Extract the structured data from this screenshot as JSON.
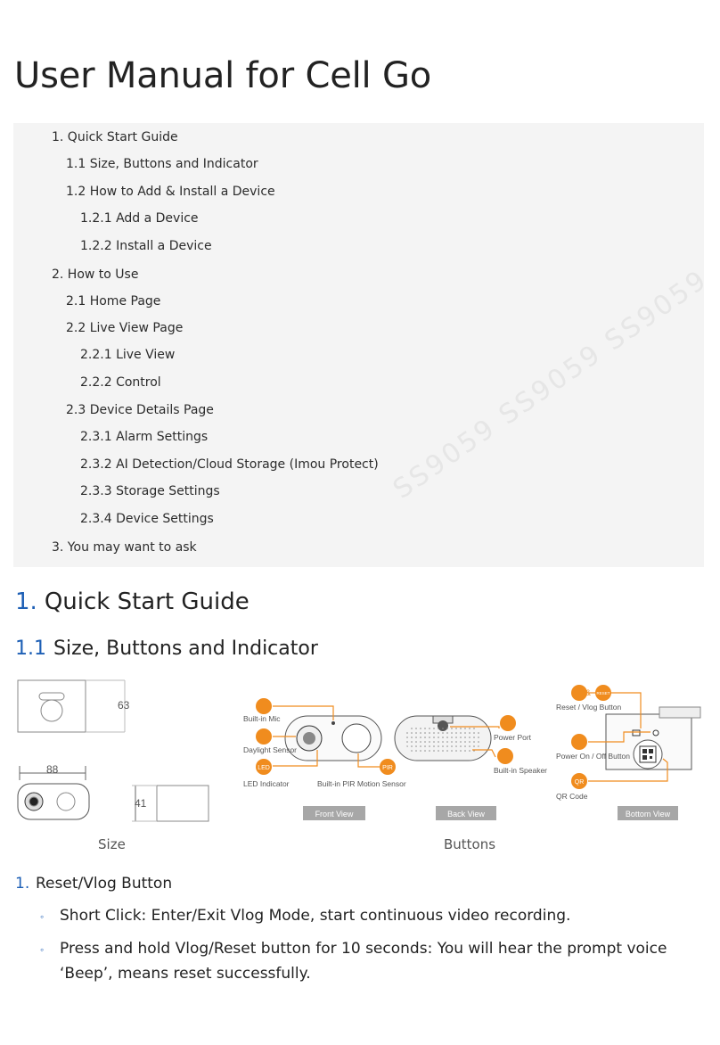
{
  "title": "User Manual for Cell Go",
  "toc": [
    {
      "label": "1. Quick Start Guide"
    },
    {
      "label": "1.1 Size, Buttons and Indicator"
    },
    {
      "label": "1.2 How to Add & Install a Device"
    },
    {
      "label": "1.2.1 Add a Device"
    },
    {
      "label": "1.2.2 Install a Device"
    },
    {
      "label": "2. How to Use"
    },
    {
      "label": "2.1 Home Page"
    },
    {
      "label": "2.2 Live View Page"
    },
    {
      "label": "2.2.1 Live View"
    },
    {
      "label": "2.2.2 Control"
    },
    {
      "label": "2.3 Device Details Page"
    },
    {
      "label": "2.3.1 Alarm Settings"
    },
    {
      "label": "2.3.2 AI Detection/Cloud Storage (Imou Protect)"
    },
    {
      "label": "2.3.3 Storage Settings"
    },
    {
      "label": "2.3.4 Device Settings"
    },
    {
      "label": "3. You may want to ask"
    }
  ],
  "watermark": "SS9059 SS9059 SS9059 SS9059",
  "section1": {
    "num": "1.",
    "title": "Quick Start Guide"
  },
  "section11": {
    "num": "1.1",
    "title": "Size, Buttons and Indicator"
  },
  "figure": {
    "dim_63": "63",
    "dim_88": "88",
    "dim_41": "41",
    "builtin_mic": "Built-in Mic",
    "daylight_sensor": "Daylight Sensor",
    "led_indicator": "LED Indicator",
    "pir_sensor": "Built-in PIR Motion Sensor",
    "led_badge": "LED",
    "pir_badge": "PIR",
    "power_port": "Power Port",
    "builtin_speaker": "Built-in Speaker",
    "reset_vlog": "Reset / Vlog Button",
    "reset_badge": "RESET",
    "power_onoff": "Power On / Off Button",
    "qr_code": "QR Code",
    "qr_badge": "QR",
    "front_view": "Front View",
    "back_view": "Back View",
    "bottom_view": "Bottom View",
    "caption_size": "Size",
    "caption_buttons": "Buttons",
    "accent_color": "#f08c1e"
  },
  "list": {
    "num": "1.",
    "heading": "Reset/Vlog Button",
    "items": [
      "Short Click: Enter/Exit Vlog Mode, start continuous video recording.",
      "Press and hold Vlog/Reset button for 10 seconds: You will hear the prompt voice ‘Beep’, means reset successfully."
    ]
  }
}
